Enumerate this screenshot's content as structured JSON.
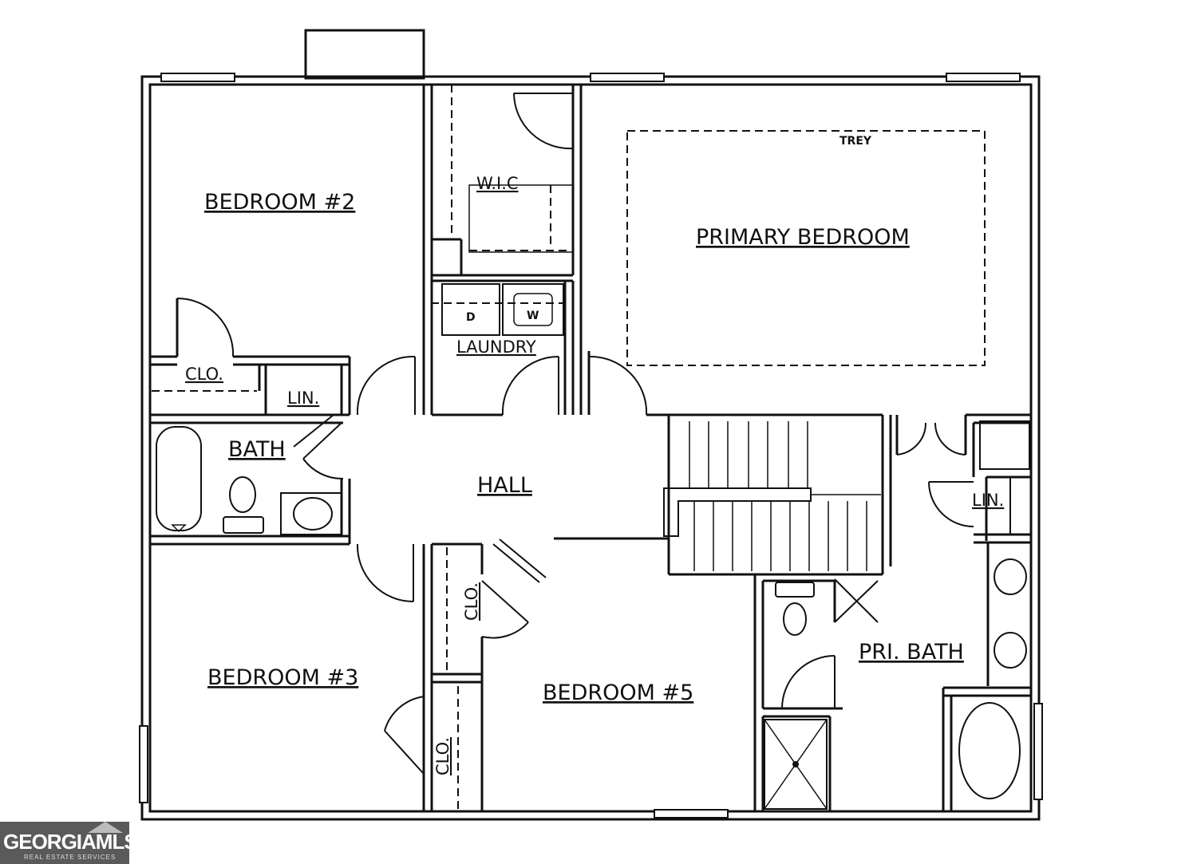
{
  "rooms": {
    "bedroom2": "BEDROOM #2",
    "wic": "W.I.C",
    "primary_bedroom": "PRIMARY BEDROOM",
    "trey": "TREY",
    "laundry": "LAUNDRY",
    "dryer": "D",
    "washer": "W",
    "clo_bed2": "CLO.",
    "lin_hall": "LIN.",
    "bath": "BATH",
    "hall": "HALL",
    "clo_a": "CLO.",
    "clo_b": "CLO.",
    "bedroom3": "BEDROOM #3",
    "bedroom5": "BEDROOM #5",
    "pri_bath": "PRI. BATH",
    "lin_pri": "LIN."
  },
  "logo": {
    "brand": "GEORGIAMLS",
    "tagline": "REAL ESTATE SERVICES"
  }
}
